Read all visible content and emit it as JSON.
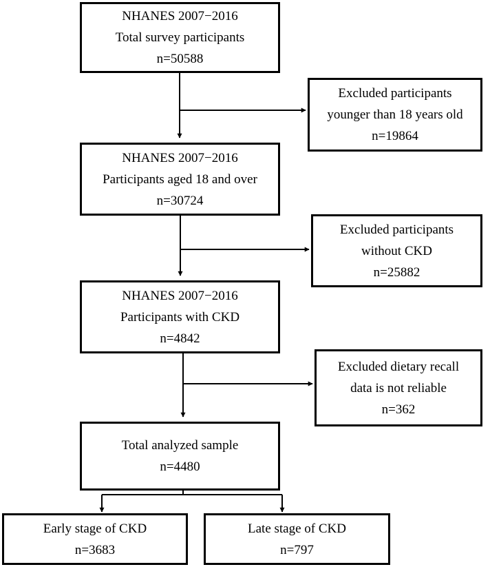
{
  "boxes": {
    "total": {
      "line1": "NHANES 2007−2016",
      "line2": "Total survey participants",
      "line3": "n=50588"
    },
    "excluded_young": {
      "line1": "Excluded participants",
      "line2": "younger than 18 years old",
      "line3": "n=19864"
    },
    "adults": {
      "line1": "NHANES 2007−2016",
      "line2": "Participants aged 18 and over",
      "line3": "n=30724"
    },
    "excluded_no_ckd": {
      "line1": "Excluded participants",
      "line2": "without CKD",
      "line3": "n=25882"
    },
    "with_ckd": {
      "line1": "NHANES 2007−2016",
      "line2": "Participants with CKD",
      "line3": "n=4842"
    },
    "excluded_diet": {
      "line1": "Excluded dietary recall",
      "line2": "data is not reliable",
      "line3": "n=362"
    },
    "analyzed": {
      "line1": "Total analyzed sample",
      "line2": "n=4480"
    },
    "early": {
      "line1": "Early stage of CKD",
      "line2": "n=3683"
    },
    "late": {
      "line1": "Late stage of CKD",
      "line2": "n=797"
    }
  }
}
